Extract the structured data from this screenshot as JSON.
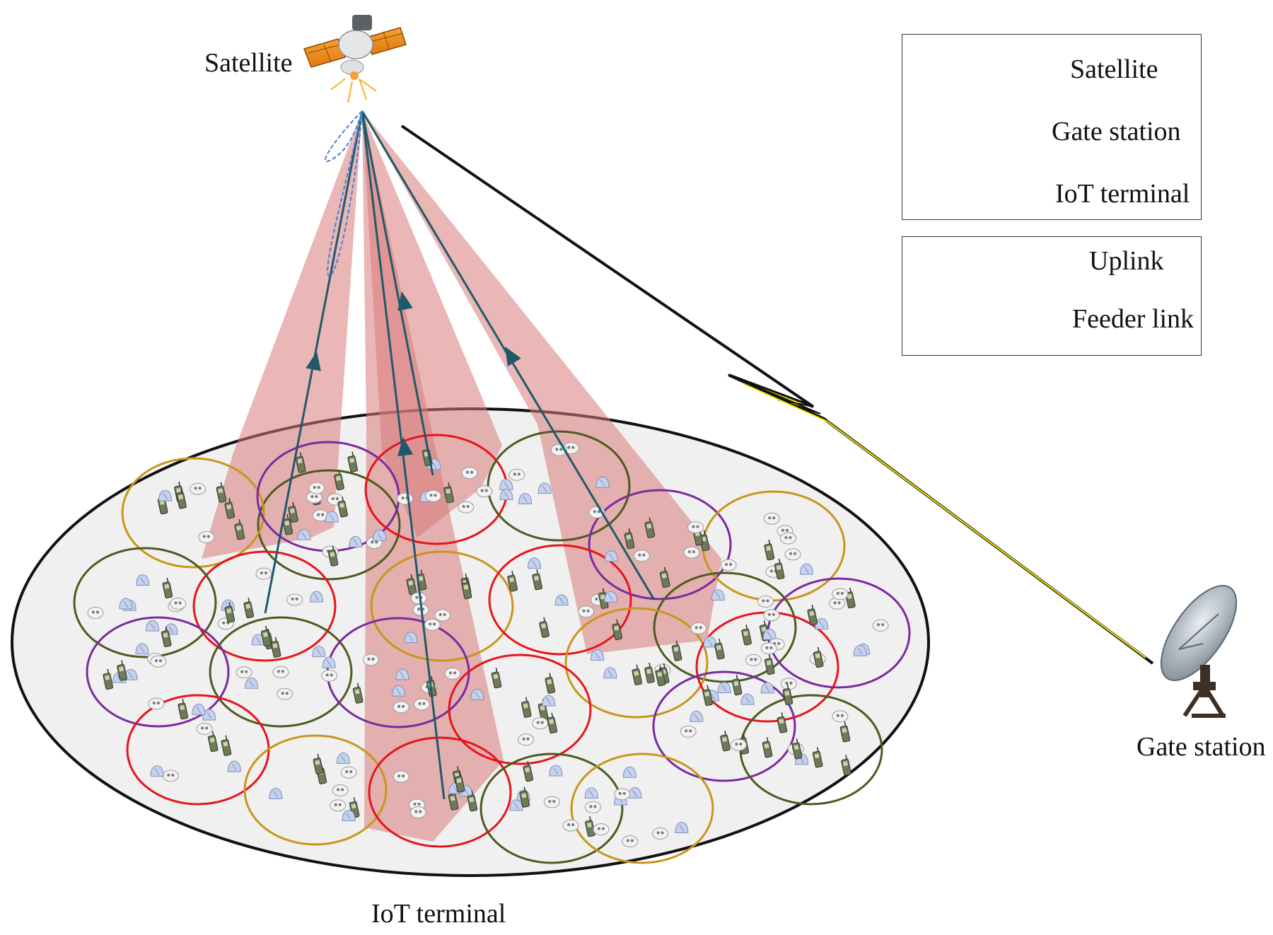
{
  "labels": {
    "satellite": "Satellite",
    "gate_station": "Gate station",
    "iot_terminal": "IoT terminal"
  },
  "legend": {
    "satellite": "Satellite",
    "gate_station": "Gate station",
    "iot_terminal": "IoT terminal",
    "uplink": "Uplink",
    "feeder_link": "Feeder link"
  },
  "colors": {
    "uplink": "#1f5a6b",
    "beam": "#d97a7a",
    "ground": "#f0f0f0",
    "feeder_link": "#111111",
    "feeder_highlight": "#f5e800",
    "cell_red": "#e8131b",
    "cell_olive": "#4d5a1e",
    "cell_gold": "#c8961a",
    "cell_purple": "#7a2aa0"
  },
  "icons": {
    "satellite": "satellite-icon",
    "gate_station": "satellite-dish-icon",
    "iot_phone": "mobile-phone-icon",
    "iot_sensor": "sensor-icon",
    "iot_device": "smart-device-icon"
  }
}
